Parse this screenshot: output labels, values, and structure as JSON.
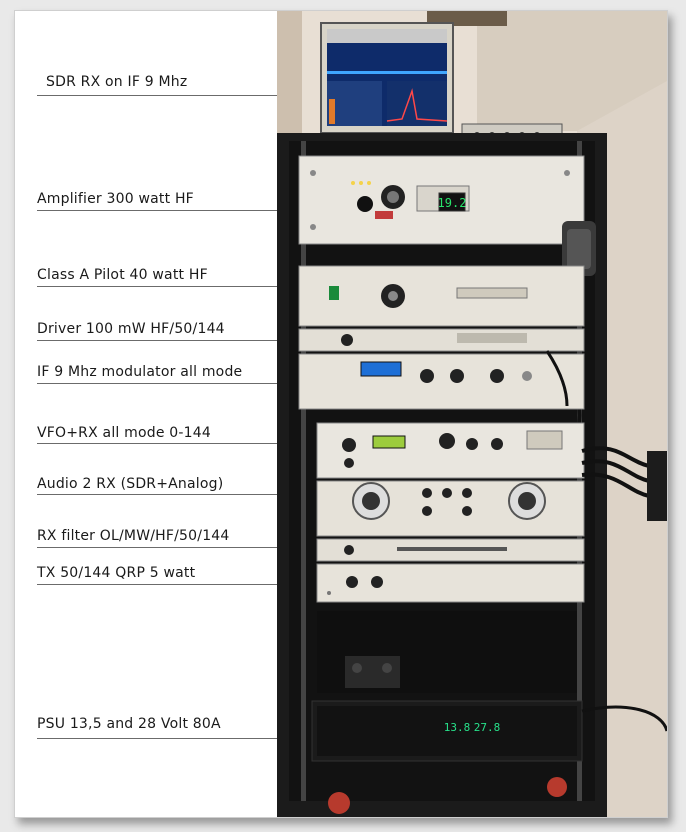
{
  "labels": [
    {
      "text": "SDR RX on IF 9 Mhz"
    },
    {
      "text": "Amplifier 300 watt HF"
    },
    {
      "text": "Class A Pilot 40 watt HF"
    },
    {
      "text": "Driver 100 mW HF/50/144"
    },
    {
      "text": "IF 9 Mhz modulator all mode"
    },
    {
      "text": "VFO+RX all mode 0-144"
    },
    {
      "text": "Audio 2 RX (SDR+Analog)"
    },
    {
      "text": "RX filter OL/MW/HF/50/144"
    },
    {
      "text": "TX 50/144 QRP 5 watt"
    },
    {
      "text": "PSU 13,5 and 28 Volt 80A"
    }
  ],
  "displays": {
    "amp_meter": "19.2",
    "psu_left": "13.8",
    "psu_right": "27.8"
  },
  "colors": {
    "rack": "#1b1b1b",
    "panel": "#e7e4dd",
    "lcd_blue": "#1e6fd6",
    "lcd_green": "#9ccc3d",
    "led_green": "#27e08a"
  }
}
